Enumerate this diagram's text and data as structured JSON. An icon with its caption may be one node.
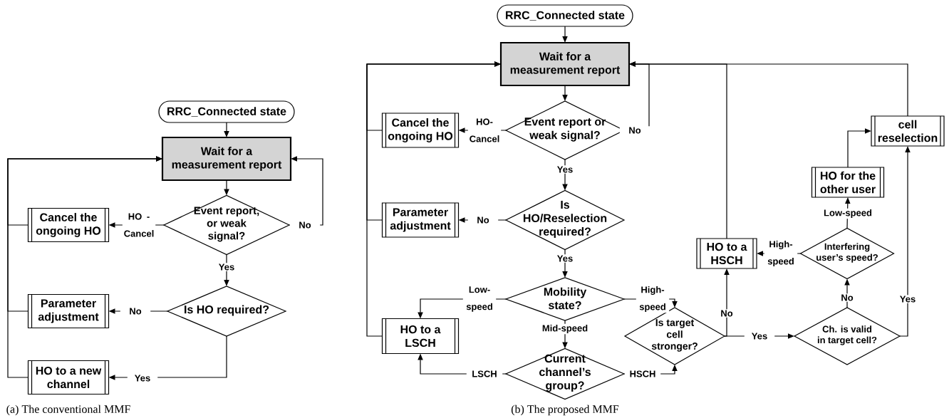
{
  "diagram": {
    "nodes": [
      {
        "text": [
          "RRC_Connected state"
        ]
      },
      {
        "text": [
          "Wait for a measurement report"
        ]
      },
      {
        "text": [
          "Event report, or weak signal?"
        ]
      },
      {
        "text": [
          "Cancel the ongoing HO"
        ]
      },
      {
        "text": [
          "Is HO required?"
        ]
      },
      {
        "text": [
          "Parameter adjustment"
        ]
      },
      {
        "text": [
          "HO to a new channel"
        ]
      },
      {
        "text": [
          "RRC_Connected state"
        ]
      },
      {
        "text": [
          "Wait for a measurement report"
        ]
      },
      {
        "text": [
          "Cancel the ongoing HO"
        ]
      },
      {
        "text": [
          "Event report or weak signal?"
        ]
      },
      {
        "text": [
          "Parameter adjustment"
        ]
      },
      {
        "text": [
          "Is HO/Reselection required?"
        ]
      },
      {
        "text": [
          "Mobility state?"
        ]
      },
      {
        "text": [
          "HO to a LSCH"
        ]
      },
      {
        "text": [
          "Current channel’s group?"
        ]
      },
      {
        "text": [
          "Is target cell stronger?"
        ]
      },
      {
        "text": [
          "HO to a HSCH"
        ]
      },
      {
        "text": [
          "Interfering user’s speed?"
        ]
      },
      {
        "text": [
          "HO for the other user"
        ]
      },
      {
        "text": [
          "cell reselection"
        ]
      },
      {
        "text": [
          "Ch. is valid in target cell?"
        ]
      }
    ],
    "edges": [
      {
        "from": 0,
        "to": 1,
        "arrow": "to"
      },
      {
        "from": 1,
        "to": 2,
        "arrow": "to"
      },
      {
        "from": 2,
        "to": 3,
        "arrow": "to",
        "label": "HO - Cancel"
      },
      {
        "from": 2,
        "to": 1,
        "arrow": "to",
        "label": "No"
      },
      {
        "from": 2,
        "to": 4,
        "arrow": "to",
        "label": "Yes"
      },
      {
        "from": 4,
        "to": 5,
        "arrow": "to",
        "label": "No"
      },
      {
        "from": 4,
        "to": 6,
        "arrow": "to",
        "label": "Yes"
      },
      {
        "from": 3,
        "to": 1,
        "arrow": "to"
      },
      {
        "from": 5,
        "to": 1,
        "arrow": "to"
      },
      {
        "from": 6,
        "to": 1,
        "arrow": "to"
      },
      {
        "from": 7,
        "to": 8,
        "arrow": "to"
      },
      {
        "from": 8,
        "to": 10,
        "arrow": "to"
      },
      {
        "from": 10,
        "to": 9,
        "arrow": "to",
        "label": "HO- Cancel"
      },
      {
        "from": 10,
        "to": 8,
        "arrow": "to",
        "label": "No"
      },
      {
        "from": 10,
        "to": 12,
        "arrow": "to",
        "label": "Yes"
      },
      {
        "from": 12,
        "to": 11,
        "arrow": "to",
        "label": "No"
      },
      {
        "from": 12,
        "to": 13,
        "arrow": "to",
        "label": "Yes"
      },
      {
        "from": 13,
        "to": 14,
        "arrow": "to",
        "label": "Low- speed"
      },
      {
        "from": 13,
        "to": 16,
        "arrow": "to",
        "label": "High- speed"
      },
      {
        "from": 13,
        "to": 15,
        "arrow": "to",
        "label": "Mid-speed"
      },
      {
        "from": 15,
        "to": 14,
        "arrow": "to",
        "label": "LSCH"
      },
      {
        "from": 15,
        "to": 16,
        "arrow": "to",
        "label": "HSCH"
      },
      {
        "from": 16,
        "to": 17,
        "arrow": "to",
        "label": "No"
      },
      {
        "from": 16,
        "to": 21,
        "arrow": "to",
        "label": "Yes"
      },
      {
        "from": 21,
        "to": 18,
        "arrow": "to",
        "label": "No"
      },
      {
        "from": 21,
        "to": 20,
        "arrow": "to",
        "label": "Yes"
      },
      {
        "from": 18,
        "to": 17,
        "arrow": "to",
        "label": "High- speed"
      },
      {
        "from": 18,
        "to": 19,
        "arrow": "to",
        "label": "Low-speed"
      },
      {
        "from": 19,
        "to": 20,
        "arrow": "to"
      },
      {
        "from": 17,
        "to": 8,
        "arrow": "to"
      },
      {
        "from": 20,
        "to": 8,
        "arrow": "to"
      },
      {
        "from": 9,
        "to": 8,
        "arrow": "to"
      },
      {
        "from": 11,
        "to": 8,
        "arrow": "to"
      },
      {
        "from": 14,
        "to": 8,
        "arrow": "to"
      }
    ],
    "labels": [
      "(a) The conventional MMF",
      "(b) The proposed MMF"
    ]
  }
}
